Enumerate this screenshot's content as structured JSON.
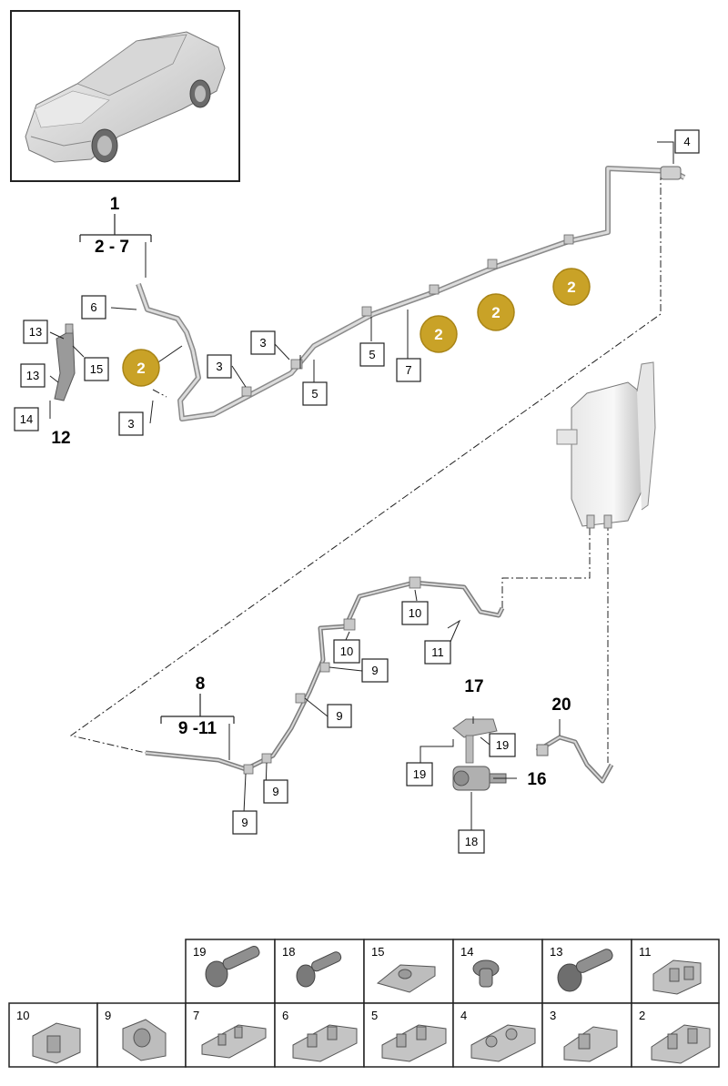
{
  "assemblies": {
    "a1": {
      "number": "1",
      "range": "2 - 7"
    },
    "a8": {
      "number": "8",
      "range": "9 -11"
    },
    "a12": {
      "number": "12"
    },
    "a16": {
      "number": "16"
    },
    "a17": {
      "number": "17"
    },
    "a20": {
      "number": "20"
    }
  },
  "callouts": [
    {
      "label": "4"
    },
    {
      "label": "6"
    },
    {
      "label": "13"
    },
    {
      "label": "15"
    },
    {
      "label": "13"
    },
    {
      "label": "14"
    },
    {
      "label": "3"
    },
    {
      "label": "3"
    },
    {
      "label": "3"
    },
    {
      "label": "5"
    },
    {
      "label": "5"
    },
    {
      "label": "7"
    },
    {
      "label": "10"
    },
    {
      "label": "11"
    },
    {
      "label": "10"
    },
    {
      "label": "9"
    },
    {
      "label": "9"
    },
    {
      "label": "9"
    },
    {
      "label": "9"
    },
    {
      "label": "19"
    },
    {
      "label": "19"
    },
    {
      "label": "18"
    }
  ],
  "badges": [
    {
      "label": "2"
    },
    {
      "label": "2"
    },
    {
      "label": "2"
    },
    {
      "label": "2"
    }
  ],
  "parts_table": {
    "row1": [
      "19",
      "18",
      "15",
      "14",
      "13",
      "11"
    ],
    "row2": [
      "10",
      "9",
      "7",
      "6",
      "5",
      "4",
      "3",
      "2"
    ]
  },
  "colors": {
    "badge": "#c9a227",
    "badge_stroke": "#a88416",
    "line": "#222222",
    "pipe": "#b9b9b9"
  }
}
